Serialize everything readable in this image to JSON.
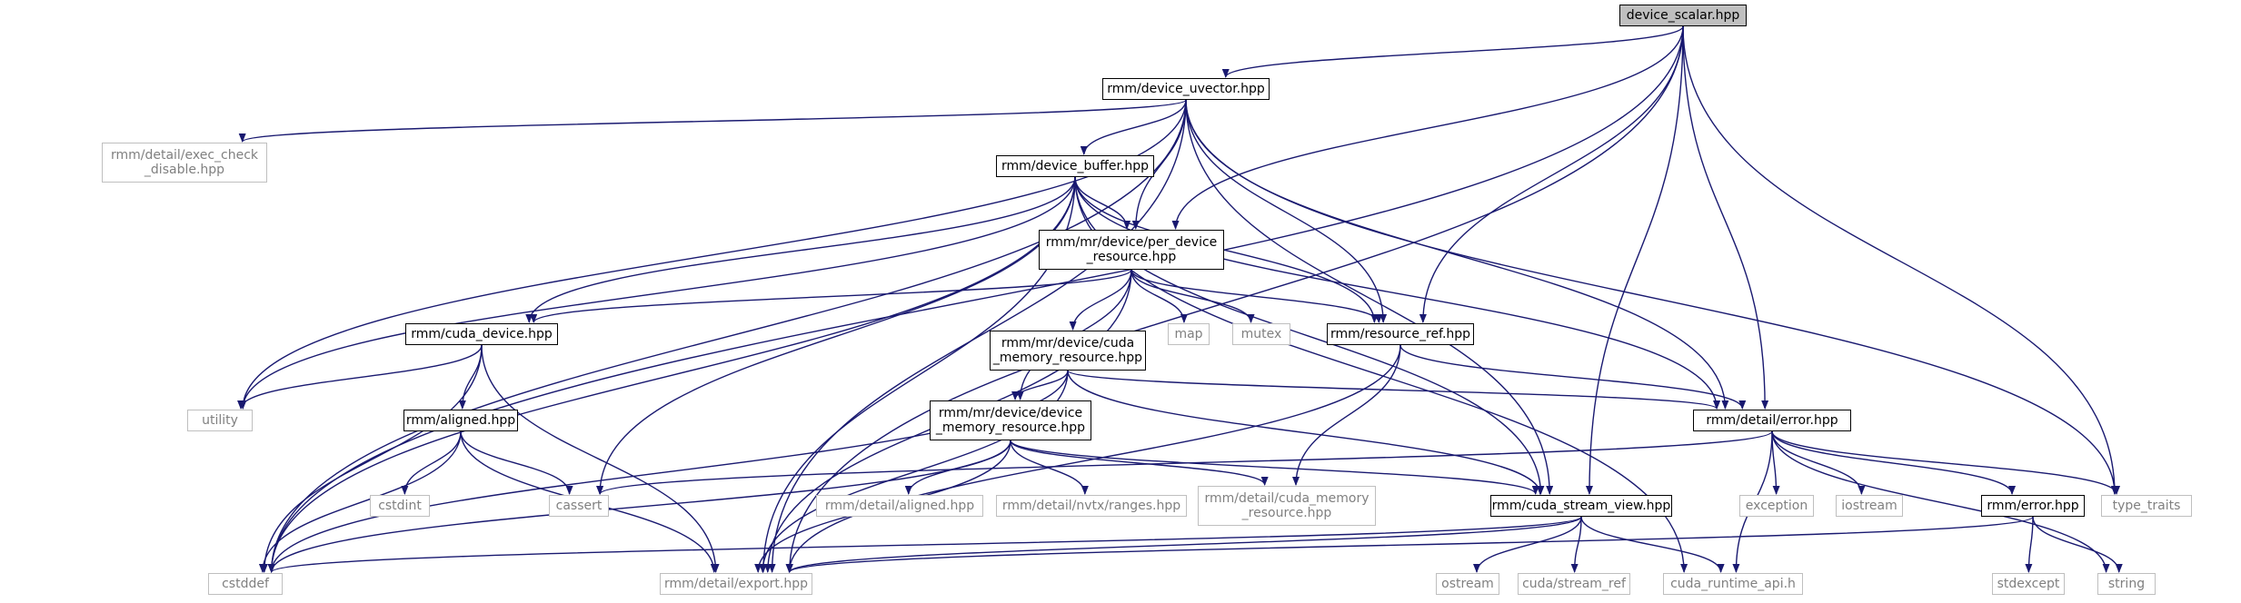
{
  "diagram": {
    "nodes": [
      {
        "id": "device_scalar",
        "label": "device_scalar.hpp",
        "kind": "root"
      },
      {
        "id": "device_uvector",
        "label": "rmm/device_uvector.hpp",
        "kind": "local"
      },
      {
        "id": "exec_check",
        "label": "rmm/detail/exec_check\n_disable.hpp",
        "kind": "external"
      },
      {
        "id": "device_buffer",
        "label": "rmm/device_buffer.hpp",
        "kind": "local"
      },
      {
        "id": "per_device",
        "label": "rmm/mr/device/per_device\n_resource.hpp",
        "kind": "local"
      },
      {
        "id": "cuda_device",
        "label": "rmm/cuda_device.hpp",
        "kind": "local"
      },
      {
        "id": "cuda_memres",
        "label": "rmm/mr/device/cuda\n_memory_resource.hpp",
        "kind": "local"
      },
      {
        "id": "map",
        "label": "map",
        "kind": "external"
      },
      {
        "id": "mutex",
        "label": "mutex",
        "kind": "external"
      },
      {
        "id": "resource_ref",
        "label": "rmm/resource_ref.hpp",
        "kind": "local"
      },
      {
        "id": "utility",
        "label": "utility",
        "kind": "external"
      },
      {
        "id": "aligned",
        "label": "rmm/aligned.hpp",
        "kind": "local"
      },
      {
        "id": "dev_memres",
        "label": "rmm/mr/device/device\n_memory_resource.hpp",
        "kind": "local"
      },
      {
        "id": "detail_error",
        "label": "rmm/detail/error.hpp",
        "kind": "local"
      },
      {
        "id": "cstdint",
        "label": "cstdint",
        "kind": "external"
      },
      {
        "id": "cassert",
        "label": "cassert",
        "kind": "external"
      },
      {
        "id": "detail_aligned",
        "label": "rmm/detail/aligned.hpp",
        "kind": "external"
      },
      {
        "id": "nvtx",
        "label": "rmm/detail/nvtx/ranges.hpp",
        "kind": "external"
      },
      {
        "id": "cuda_mem_detail",
        "label": "rmm/detail/cuda_memory\n_resource.hpp",
        "kind": "external"
      },
      {
        "id": "stream_view",
        "label": "rmm/cuda_stream_view.hpp",
        "kind": "local"
      },
      {
        "id": "exception",
        "label": "exception",
        "kind": "external"
      },
      {
        "id": "iostream",
        "label": "iostream",
        "kind": "external"
      },
      {
        "id": "error",
        "label": "rmm/error.hpp",
        "kind": "local"
      },
      {
        "id": "type_traits",
        "label": "type_traits",
        "kind": "external"
      },
      {
        "id": "cstddef",
        "label": "cstddef",
        "kind": "external"
      },
      {
        "id": "export",
        "label": "rmm/detail/export.hpp",
        "kind": "external"
      },
      {
        "id": "ostream",
        "label": "ostream",
        "kind": "external"
      },
      {
        "id": "stream_ref",
        "label": "cuda/stream_ref",
        "kind": "external"
      },
      {
        "id": "cuda_runtime",
        "label": "cuda_runtime_api.h",
        "kind": "external"
      },
      {
        "id": "stdexcept",
        "label": "stdexcept",
        "kind": "external"
      },
      {
        "id": "string",
        "label": "string",
        "kind": "external"
      }
    ],
    "edges": [
      [
        "device_scalar",
        "device_uvector"
      ],
      [
        "device_scalar",
        "per_device"
      ],
      [
        "device_scalar",
        "resource_ref"
      ],
      [
        "device_scalar",
        "stream_view"
      ],
      [
        "device_scalar",
        "detail_error"
      ],
      [
        "device_scalar",
        "type_traits"
      ],
      [
        "device_scalar",
        "export"
      ],
      [
        "device_scalar",
        "cstddef"
      ],
      [
        "device_uvector",
        "exec_check"
      ],
      [
        "device_uvector",
        "device_buffer"
      ],
      [
        "device_uvector",
        "per_device"
      ],
      [
        "device_uvector",
        "resource_ref"
      ],
      [
        "device_uvector",
        "utility"
      ],
      [
        "device_uvector",
        "detail_error"
      ],
      [
        "device_uvector",
        "stream_view"
      ],
      [
        "device_uvector",
        "type_traits"
      ],
      [
        "device_uvector",
        "export"
      ],
      [
        "device_uvector",
        "cstddef"
      ],
      [
        "device_buffer",
        "per_device"
      ],
      [
        "device_buffer",
        "cuda_device"
      ],
      [
        "device_buffer",
        "resource_ref"
      ],
      [
        "device_buffer",
        "utility"
      ],
      [
        "device_buffer",
        "cassert"
      ],
      [
        "device_buffer",
        "cstddef"
      ],
      [
        "device_buffer",
        "detail_error"
      ],
      [
        "device_buffer",
        "stream_view"
      ],
      [
        "device_buffer",
        "export"
      ],
      [
        "device_buffer",
        "cuda_runtime"
      ],
      [
        "per_device",
        "cuda_device"
      ],
      [
        "per_device",
        "cuda_memres"
      ],
      [
        "per_device",
        "dev_memres"
      ],
      [
        "per_device",
        "map"
      ],
      [
        "per_device",
        "mutex"
      ],
      [
        "per_device",
        "resource_ref"
      ],
      [
        "per_device",
        "export"
      ],
      [
        "cuda_device",
        "aligned"
      ],
      [
        "cuda_device",
        "utility"
      ],
      [
        "cuda_device",
        "cstddef"
      ],
      [
        "cuda_device",
        "export"
      ],
      [
        "cuda_memres",
        "dev_memres"
      ],
      [
        "cuda_memres",
        "detail_error"
      ],
      [
        "cuda_memres",
        "stream_view"
      ],
      [
        "cuda_memres",
        "cstddef"
      ],
      [
        "cuda_memres",
        "export"
      ],
      [
        "resource_ref",
        "detail_error"
      ],
      [
        "resource_ref",
        "cuda_mem_detail"
      ],
      [
        "resource_ref",
        "export"
      ],
      [
        "aligned",
        "cstdint"
      ],
      [
        "aligned",
        "cassert"
      ],
      [
        "aligned",
        "cstddef"
      ],
      [
        "aligned",
        "export"
      ],
      [
        "dev_memres",
        "detail_aligned"
      ],
      [
        "dev_memres",
        "nvtx"
      ],
      [
        "dev_memres",
        "cuda_mem_detail"
      ],
      [
        "dev_memres",
        "stream_view"
      ],
      [
        "dev_memres",
        "cstddef"
      ],
      [
        "dev_memres",
        "export"
      ],
      [
        "detail_error",
        "error"
      ],
      [
        "detail_error",
        "cassert"
      ],
      [
        "detail_error",
        "exception"
      ],
      [
        "detail_error",
        "iostream"
      ],
      [
        "detail_error",
        "string"
      ],
      [
        "detail_error",
        "cuda_runtime"
      ],
      [
        "detail_error",
        "type_traits"
      ],
      [
        "stream_view",
        "ostream"
      ],
      [
        "stream_view",
        "stream_ref"
      ],
      [
        "stream_view",
        "cuda_runtime"
      ],
      [
        "stream_view",
        "cstddef"
      ],
      [
        "stream_view",
        "export"
      ],
      [
        "error",
        "stdexcept"
      ],
      [
        "error",
        "string"
      ],
      [
        "error",
        "export"
      ]
    ],
    "colors": {
      "edge": "#191970",
      "local_border": "#000000",
      "external_border": "#bfbfbf",
      "external_text": "#808080",
      "root_fill": "#bfbfbf"
    }
  }
}
